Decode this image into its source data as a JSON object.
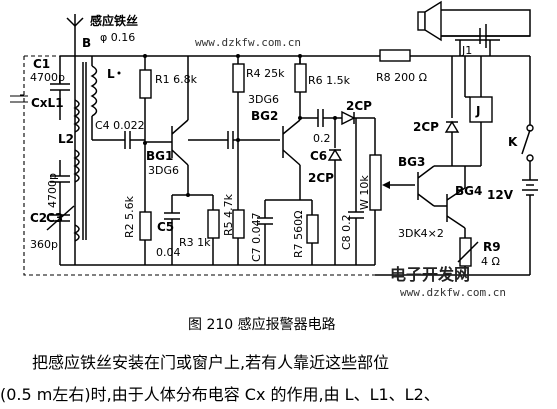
{
  "watermark": {
    "top": "www.dzkfw.com.cn",
    "logo": "电子开发网",
    "bottom": "www.dzkfw.com.cn"
  },
  "labels": {
    "antenna_title": "感应铁丝",
    "antenna_spec": "φ 0.16",
    "b": "B",
    "c1": "C1",
    "c1_val": "4700p",
    "cx_l1": "CxL1",
    "l": "L",
    "l2": "L2",
    "c2": "C2",
    "c2_val": "4700p",
    "c3": "C3",
    "c3_val": "360p",
    "r1": "R1 6.8k",
    "c4": "C4 0.022",
    "bg1": "BG1",
    "bg1_type": "3DG6",
    "r2": "R2 5.6k",
    "c5": "C5",
    "c5_val": "0.04",
    "r3": "R3 1k",
    "r4": "R4 25k",
    "bg2_type": "3DG6",
    "bg2": "BG2",
    "r5": "R5 4.7k",
    "c7": "C7 0.047",
    "r6": "R6 1.5k",
    "r7": "R7 560Ω",
    "c6": "C6",
    "c6_val": "0.2",
    "d1": "2CP",
    "d2": "2CP",
    "c8": "C8 0.2",
    "w": "W 10k",
    "r8": "R8 200 Ω",
    "j1": "J1",
    "j": "J",
    "d3": "2CP",
    "bg3": "BG3",
    "bg4": "BG4",
    "bg_type": "3DK4×2",
    "k": "K",
    "v": "12V",
    "r9": "R9",
    "r9_val": "4 Ω"
  },
  "caption": "图 210    感应报警器电路",
  "paragraph": [
    "把感应铁丝安装在门或窗户上,若有人靠近这些部位",
    "(0.5 m左右)时,由于人体分布电容 Cx 的作用,由 L、L1、L2、"
  ]
}
